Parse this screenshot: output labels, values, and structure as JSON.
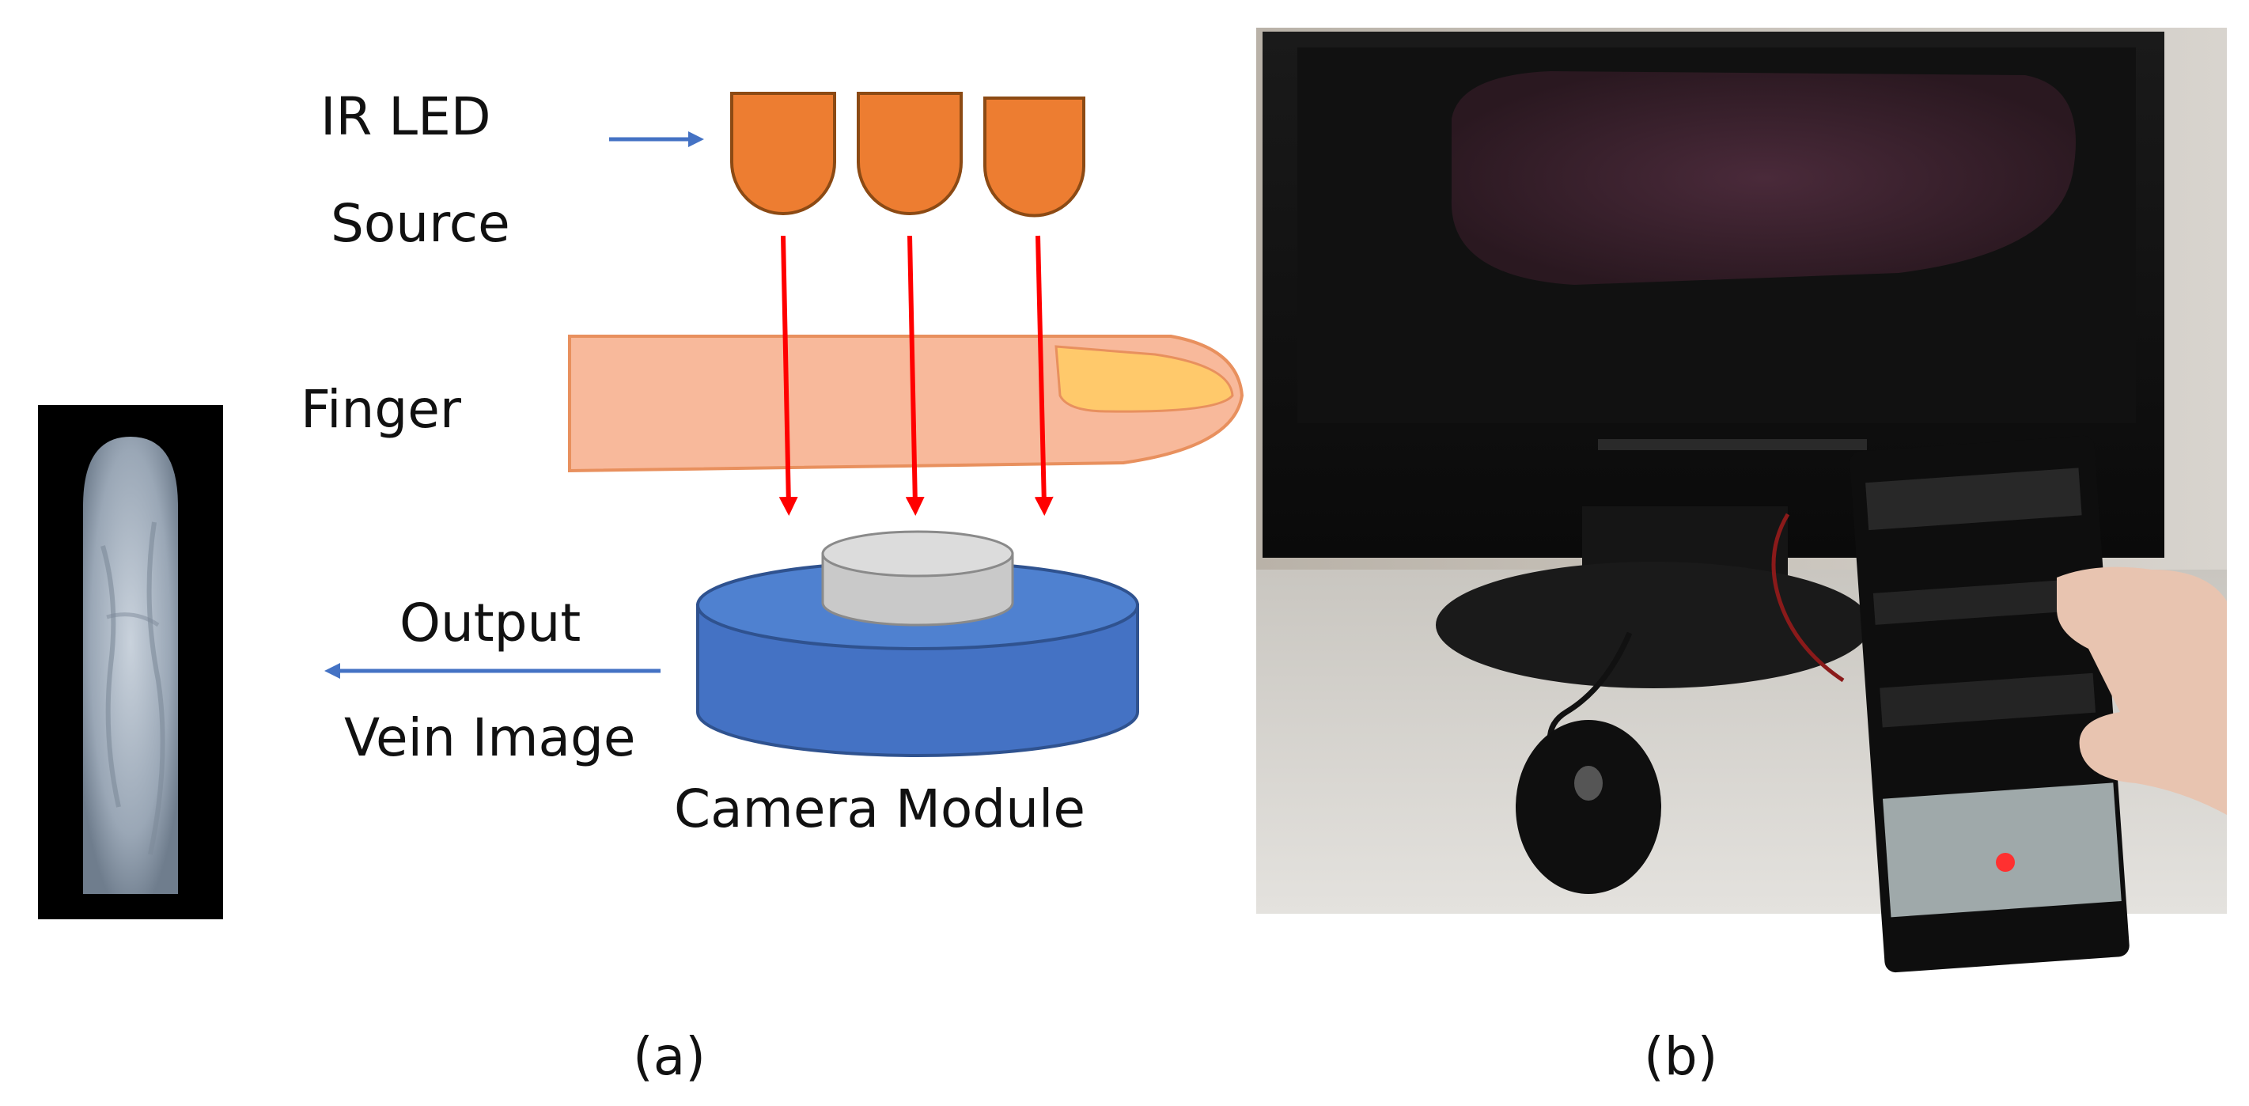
{
  "panel_a": {
    "led_label_line1": "IR LED",
    "led_label_line2": "Source",
    "finger_label": "Finger",
    "output_label_line1": "Output",
    "output_label_line2": "Vein Image",
    "camera_label": "Camera Module",
    "caption": "(a)"
  },
  "panel_b": {
    "caption": "(b)"
  },
  "colors": {
    "led_fill": "#ED7D31",
    "led_stroke": "#8C4A14",
    "finger_fill": "#F8B99B",
    "finger_stroke": "#E8905E",
    "nail_fill": "#FFC96B",
    "ray_color": "#FF0000",
    "pointer_arrow": "#4472C4",
    "camera_body": "#4472C4",
    "camera_top": "#4F81D0",
    "lens_fill": "#D0D0D0"
  }
}
